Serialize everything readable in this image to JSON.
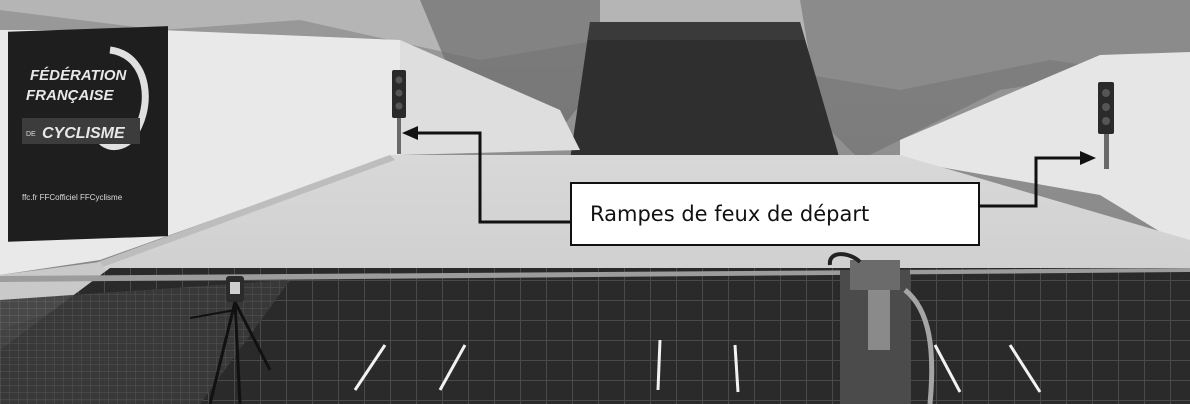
{
  "callout": {
    "text": "Rampes de feux de départ"
  },
  "banner": {
    "line1": "FÉDÉRATION",
    "line2": "FRANÇAISE",
    "line3": "CYCLISME",
    "line3_prefix": "DE",
    "social": "ffc.fr  FFCofficiel  FFCyclisme"
  },
  "icons": [
    "traffic-light-icon",
    "arrow-icon"
  ]
}
